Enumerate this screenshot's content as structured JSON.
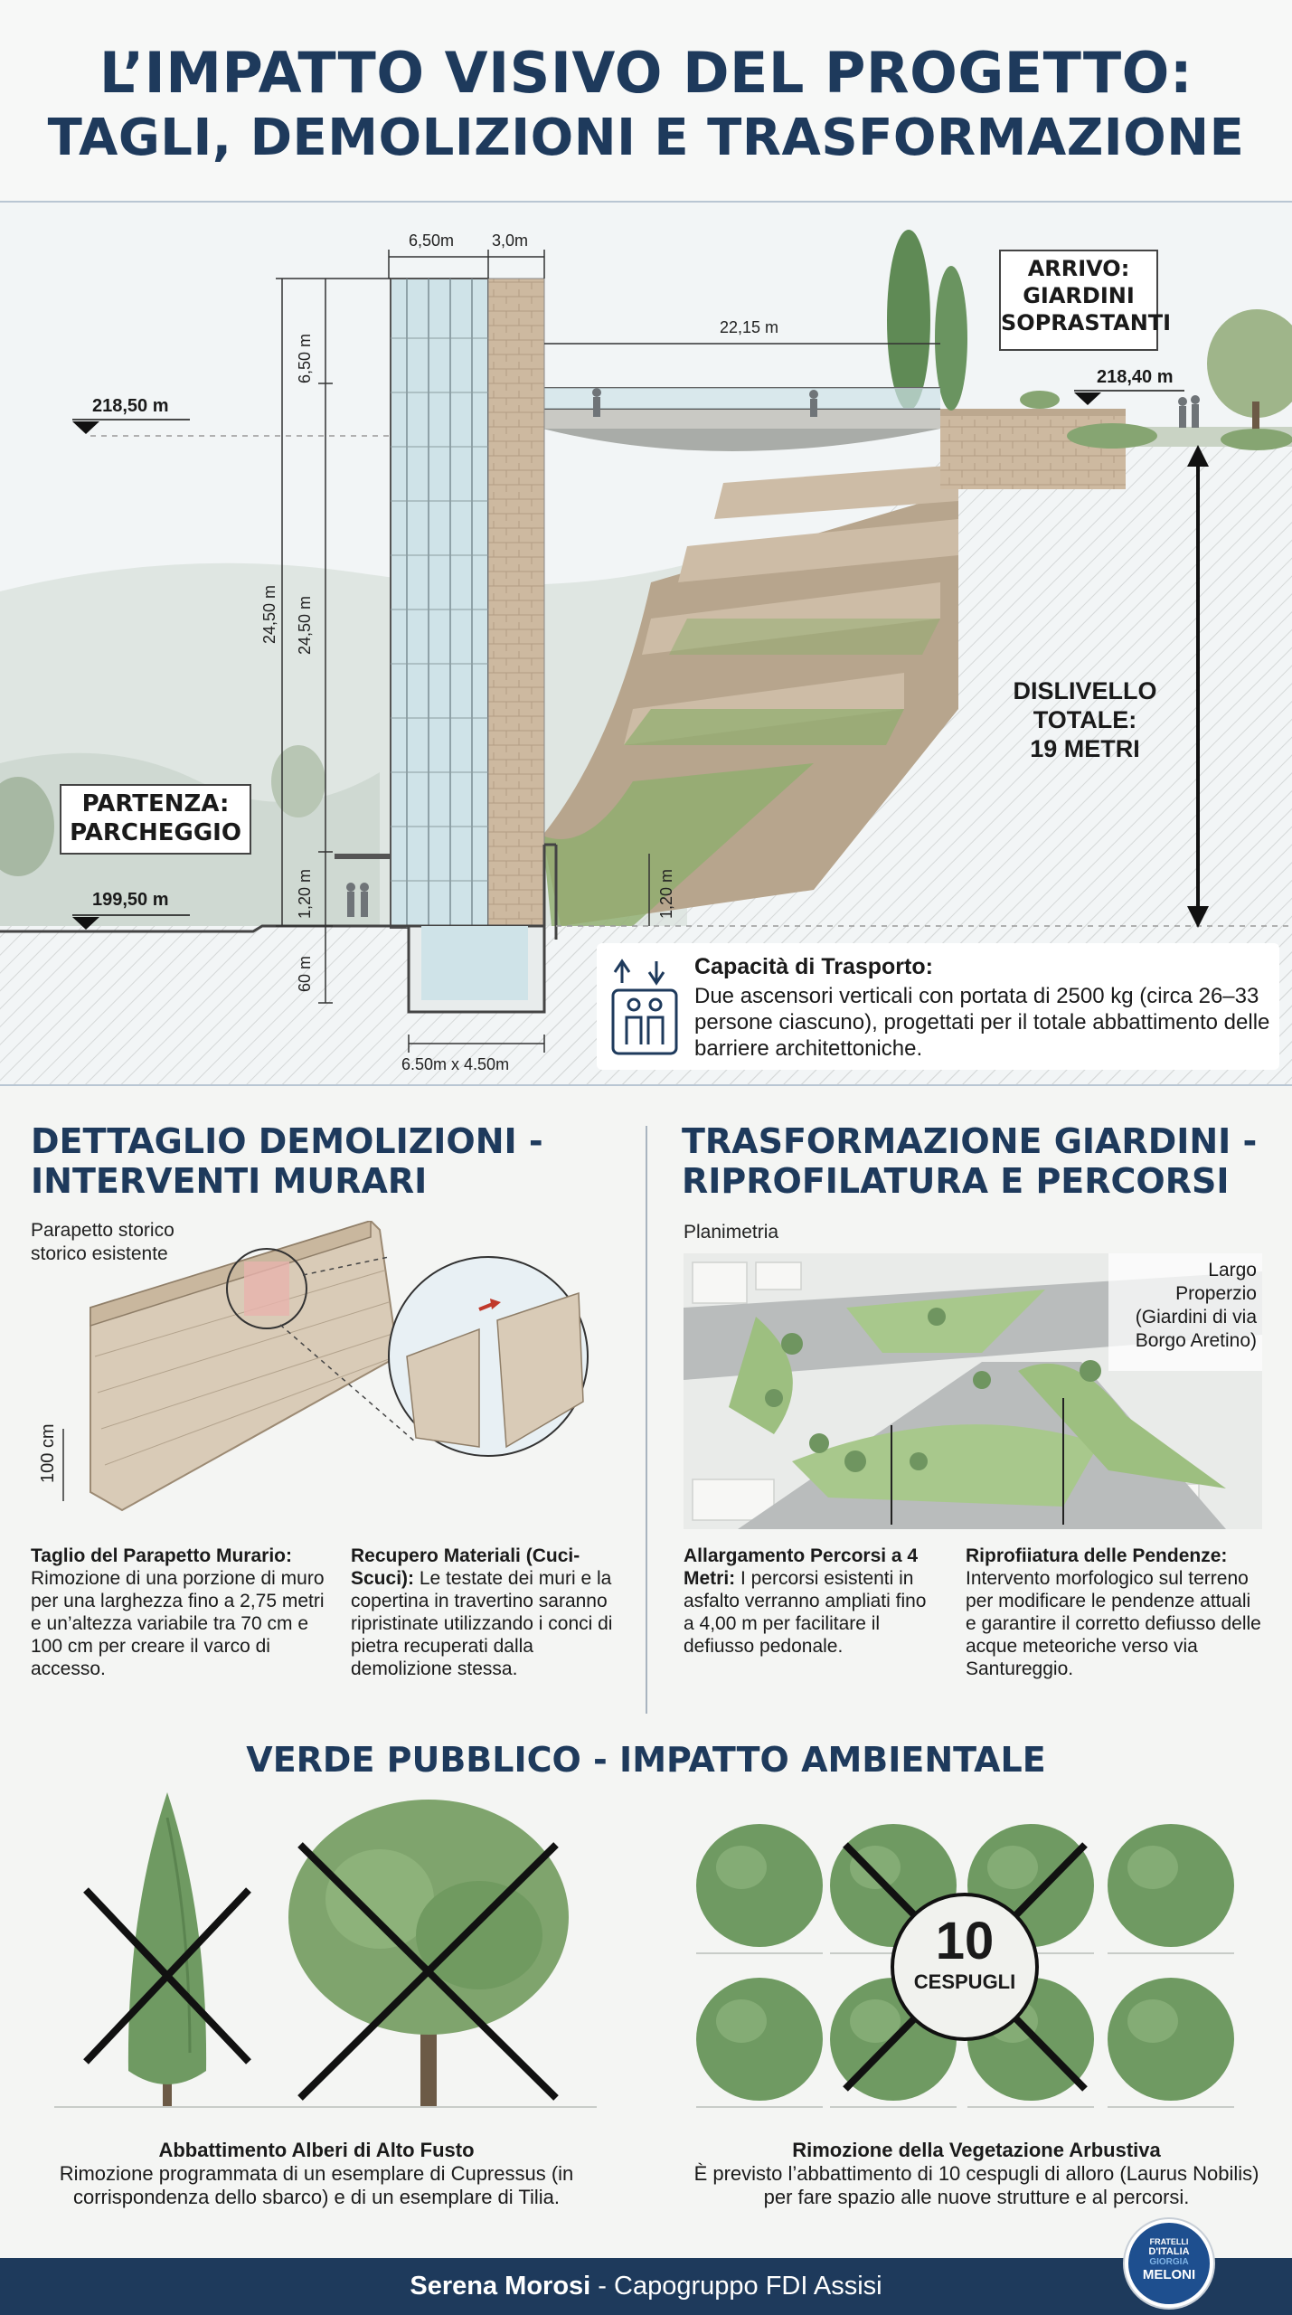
{
  "header": {
    "title_line1": "L’IMPATTO VISIVO DEL PROGETTO:",
    "title_line2": "TAGLI, DEMOLIZIONI E TRASFORMAZIONE"
  },
  "elevation": {
    "arrival_label": [
      "ARRIVO:",
      "GIARDINI",
      "SOPRASTANTI"
    ],
    "departure_label": [
      "PARTENZA:",
      "PARCHEGGIO"
    ],
    "elev_top_left": "218,50 m",
    "elev_top_right": "218,40 m",
    "elev_bottom": "199,50 m",
    "dim_width_tower": "6,50m",
    "dim_width_side": "3,0m",
    "dim_bridge": "22,15 m",
    "dim_650m": "6,50 m",
    "dim_2450_outer": "24,50 m",
    "dim_2450_inner": "24,50 m",
    "dim_120_left": "1,20 m",
    "dim_120_right": "1,20 m",
    "dim_60": "60 m",
    "dim_base": "6.50m x 4.50m",
    "height_difference": [
      "DISLIVELLO",
      "TOTALE:",
      "19 METRI"
    ]
  },
  "capacity": {
    "title": "Capacità di Trasporto:",
    "text": "Due ascensori verticali con portata di 2500 kg (circa 26–33 persone ciascuno), progettati per il totale abbattimento delle barriere architettoniche.",
    "icon": "elevator-icon"
  },
  "demolitions": {
    "title_line1": "DETTAGLIO DEMOLIZIONI -",
    "title_line2": "INTERVENTI MURARI",
    "parapet_label_1": "Parapetto storico",
    "parapet_label_2": "storico esistente",
    "height_label": "100 cm",
    "cut_title": "Taglio del Parapetto Murario:",
    "cut_text": "Rimozione di una porzione di muro per una larghezza fino a 2,75 metri e un’altezza variabile tra 70 cm e 100 cm per creare il varco di accesso.",
    "recovery_title": "Recupero Materiali (Cuci-Scuci):",
    "recovery_text": "Le testate dei muri e la copertina in travertino saranno ripristinate utilizzando i conci di pietra recuperati dalla demolizione stessa."
  },
  "gardens": {
    "title_line1": "TRASFORMAZIONE GIARDINI -",
    "title_line2": "RIPROFILATURA E PERCORSI",
    "plan_label": "Planimetria",
    "place_label": [
      "Largo",
      "Properzio",
      "(Giardini di via",
      "Borgo Aretino)"
    ],
    "widening_title": "Allargamento Percorsi a 4 Metri:",
    "widening_text": "I percorsi esistenti in asfalto verranno ampliati fino a 4,00 m per facilitare il defiusso pedonale.",
    "reprofile_title": "Riprofiiatura delle Pendenze:",
    "reprofile_text": "Intervento morfologico sul terreno per modificare le pendenze attuali e garantire il corretto defiusso delle acque meteoriche verso via Santureggio."
  },
  "green": {
    "title": "VERDE PUBBLICO - IMPATTO AMBIENTALE",
    "trees_title": "Abbattimento Alberi di Alto Fusto",
    "trees_text": "Rimozione programmata di un esemplare di Cupressus (in corrispondenza dello sbarco) e di un esemplare di Tilia.",
    "shrubs_count": "10",
    "shrubs_unit": "CESPUGLI",
    "shrubs_title": "Rimozione della Vegetazione Arbustiva",
    "shrubs_text": "È previsto l’abbattimento di 10 cespugli di alloro (Laurus Nobilis) per fare spazio alle nuove strutture e al percorsi."
  },
  "footer": {
    "name": "Serena Morosi",
    "role": " - Capogruppo FDI Assisi",
    "logo_lines": [
      "FRATELLI",
      "D'ITALIA",
      "GIORGIA",
      "MELONI"
    ]
  },
  "colors": {
    "title_blue": "#1e3a5c",
    "stone": "#cbb8a0",
    "glass": "#cfe3e8",
    "grass": "#8fae6e"
  }
}
